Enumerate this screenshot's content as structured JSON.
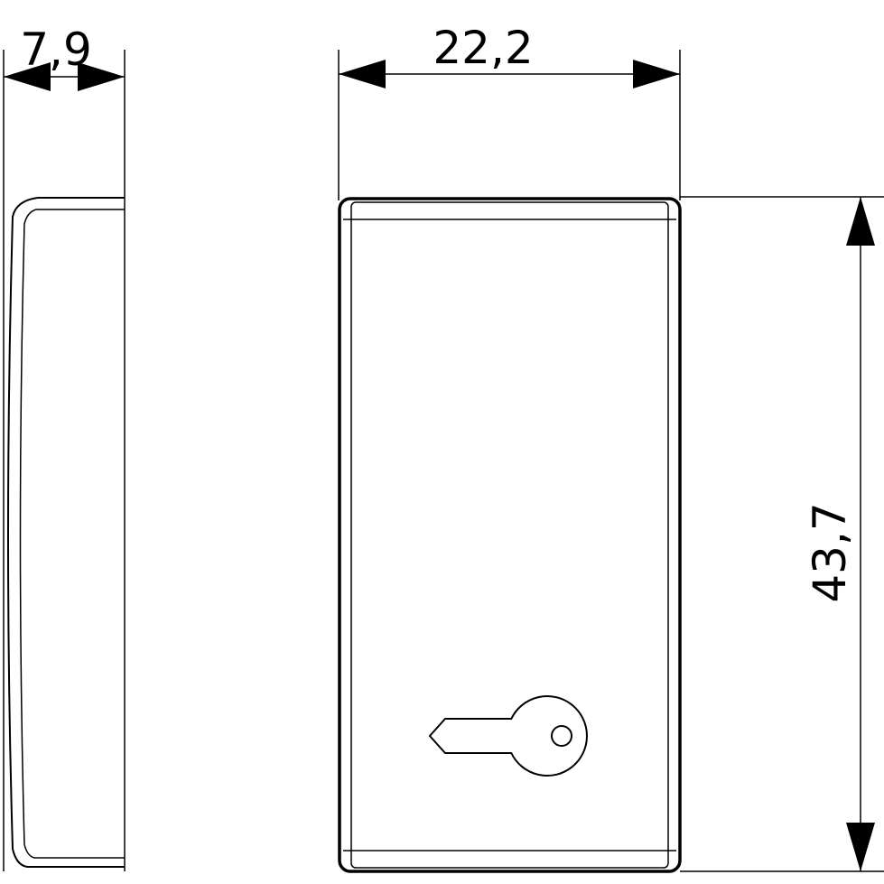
{
  "dimensions": {
    "depth_label": "7,9",
    "width_label": "22,2",
    "height_label": "43,7"
  },
  "icons": {
    "key_symbol": "key-icon"
  }
}
